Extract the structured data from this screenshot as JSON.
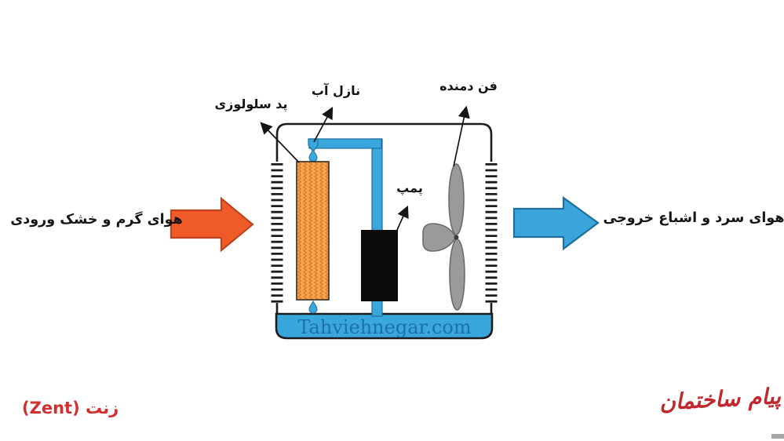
{
  "diagram": {
    "component_labels": {
      "pad": "پد سلولوزی",
      "nozzle": "نازل آب",
      "fan": "فن دمنده",
      "pump": "پمپ"
    },
    "inlet_label": "هوای گرم و خشک ورودی",
    "outlet_label": "هوای سرد و اشباع خروجی",
    "watermark": "Tahviehnegar.com"
  },
  "footer": {
    "caption": "زنت (Zent)",
    "publisher_logo": "پیام ساختمان"
  },
  "colors": {
    "inlet_arrow": "#F15B29",
    "inlet_arrow_border": "#BE4420",
    "outlet_arrow": "#3AA5DB",
    "outlet_arrow_border": "#1E6F9E",
    "water": "#39A7DC",
    "water_outline": "#1E6FA0",
    "pad": "#F7A64F",
    "pad_zigzag": "#DE7A1F",
    "fan": "#9A9A9A",
    "pump": "#0B0B0B",
    "watermark_text": "#1F6FAF",
    "caption_red": "#D32F2F",
    "logo_red": "#C1272D"
  }
}
